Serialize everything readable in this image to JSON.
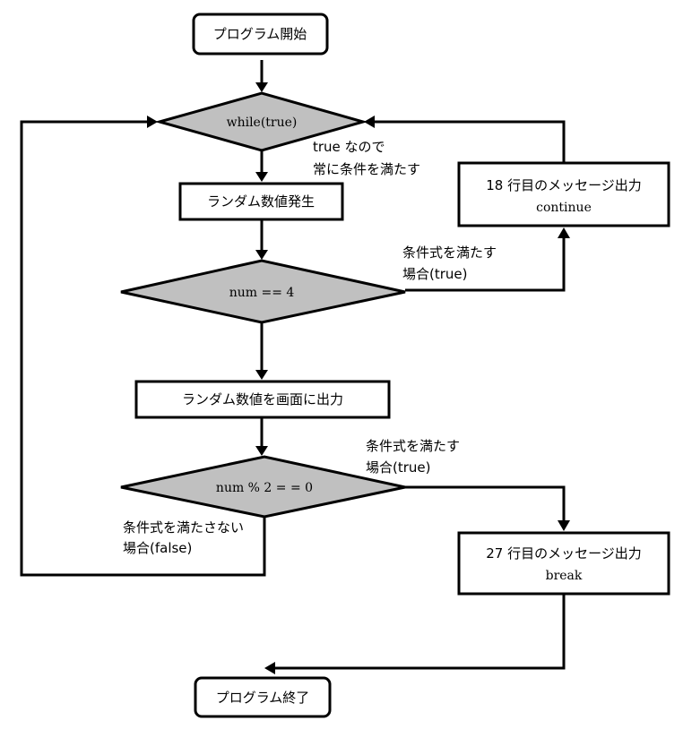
{
  "nodes": {
    "start": "プログラム開始",
    "loop": "while(true)",
    "random": "ランダム数値発生",
    "cond1": "num == 4",
    "print": "ランダム数値を画面に出力",
    "cond2": "num % 2 = = 0",
    "continue_box": {
      "line1": "18 行目のメッセージ出力",
      "line2": "continue"
    },
    "break_box": {
      "line1": "27 行目のメッセージ出力",
      "line2": "break"
    },
    "end": "プログラム終了"
  },
  "labels": {
    "loop_note": {
      "line1": "true なので",
      "line2": "常に条件を満たす"
    },
    "cond1_true": {
      "line1": "条件式を満たす",
      "line2": "場合(true)"
    },
    "cond2_true": {
      "line1": "条件式を満たす",
      "line2": "場合(true)"
    },
    "cond2_false": {
      "line1": "条件式を満たさない",
      "line2": "場合(false)"
    }
  }
}
